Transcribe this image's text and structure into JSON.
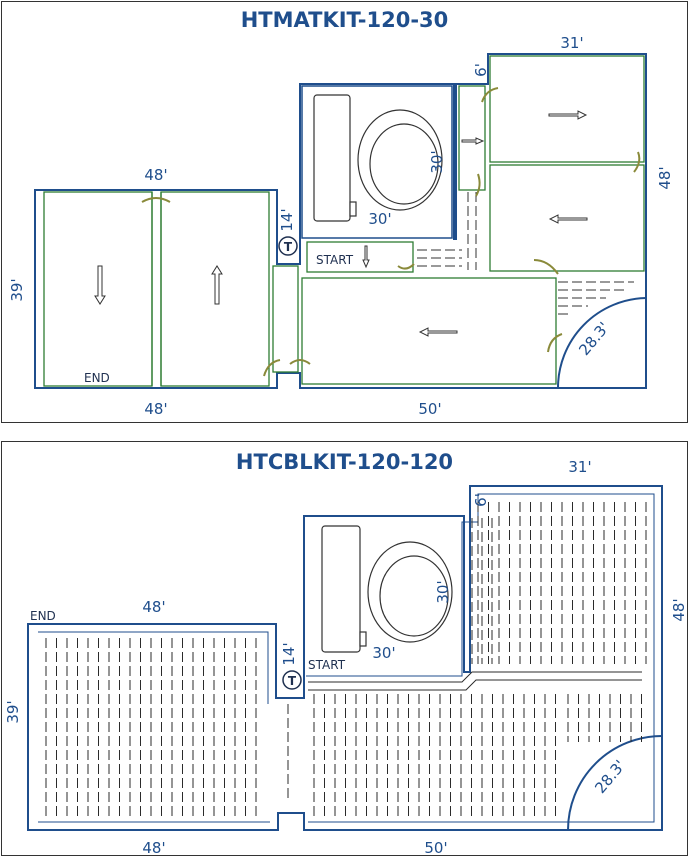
{
  "colors": {
    "wall": "#1f4e8c",
    "mat": "#2e7d32",
    "cable": "#2b2b2b",
    "text": "#1f4e8c",
    "arrow_turn": "#8a8a3a"
  },
  "plan_mat": {
    "title": "HTMATKIT-120-30",
    "dims": {
      "left_width_top": "48'",
      "left_width_bottom": "48'",
      "left_height": "39'",
      "notch": "14'",
      "bottom_right": "50'",
      "top_right": "31'",
      "right_height": "48'",
      "top_step": "6'",
      "toilet_depth": "30'",
      "toilet_width": "30'",
      "arc": "28.3'"
    },
    "labels": {
      "start": "START",
      "end": "END",
      "thermostat": "T"
    }
  },
  "plan_cable": {
    "title": "HTCBLKIT-120-120",
    "dims": {
      "left_width_top": "48'",
      "left_width_bottom": "48'",
      "left_height": "39'",
      "notch": "14'",
      "bottom_right": "50'",
      "top_right": "31'",
      "right_height": "48'",
      "top_step": "6'",
      "toilet_depth": "30'",
      "toilet_width": "30'",
      "arc": "28.3'"
    },
    "labels": {
      "start": "START",
      "end": "END",
      "thermostat": "T"
    }
  }
}
